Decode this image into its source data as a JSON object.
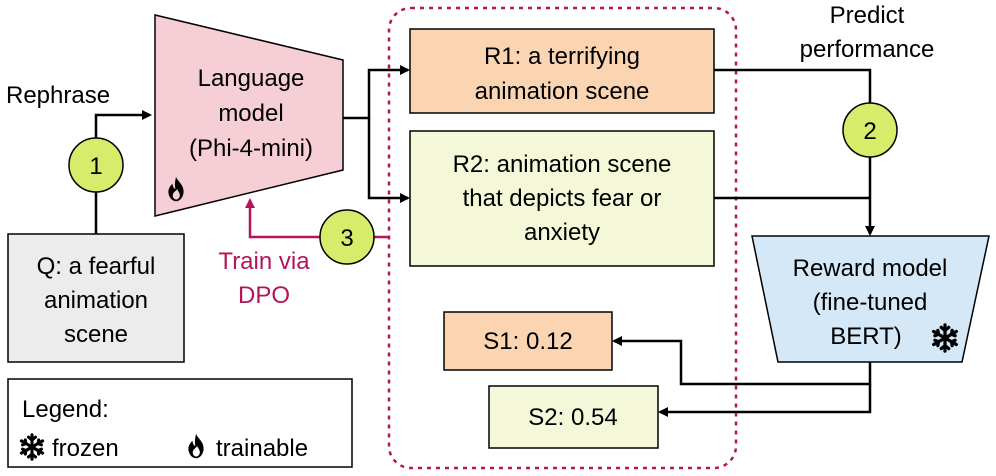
{
  "colors": {
    "language_model_fill": "#f6cfd6",
    "query_fill": "#ececec",
    "r1_fill": "#fbd5b2",
    "r2_fill": "#f4f8d8",
    "reward_fill": "#d4e8f7",
    "s1_fill": "#fbd5b2",
    "s2_fill": "#f4f8d8",
    "step_circle_fill": "#d8ec6c",
    "dpo_color": "#b5145a",
    "dashed_box_color": "#b5145a"
  },
  "labels": {
    "rephrase": "Rephrase",
    "predict_line1": "Predict",
    "predict_line2": "performance",
    "train_line1": "Train via",
    "train_line2": "DPO"
  },
  "language_model": {
    "line1": "Language",
    "line2": "model",
    "line3": "(Phi-4-mini)",
    "icon": "flame-icon"
  },
  "query": {
    "line1": "Q: a fearful",
    "line2": "animation",
    "line3": "scene"
  },
  "r1": {
    "line1": "R1: a terrifying",
    "line2": "animation scene"
  },
  "r2": {
    "line1": "R2: animation scene",
    "line2": "that depicts fear or",
    "line3": "anxiety"
  },
  "reward_model": {
    "line1": "Reward model",
    "line2": "(fine-tuned",
    "line3": "BERT)",
    "icon": "snowflake-icon"
  },
  "s1": {
    "label": "S1: 0.12"
  },
  "s2": {
    "label": "S2: 0.54"
  },
  "steps": {
    "one": "1",
    "two": "2",
    "three": "3"
  },
  "legend": {
    "title": "Legend:",
    "frozen": "frozen",
    "trainable": "trainable",
    "frozen_icon": "snowflake-icon",
    "trainable_icon": "flame-icon"
  }
}
